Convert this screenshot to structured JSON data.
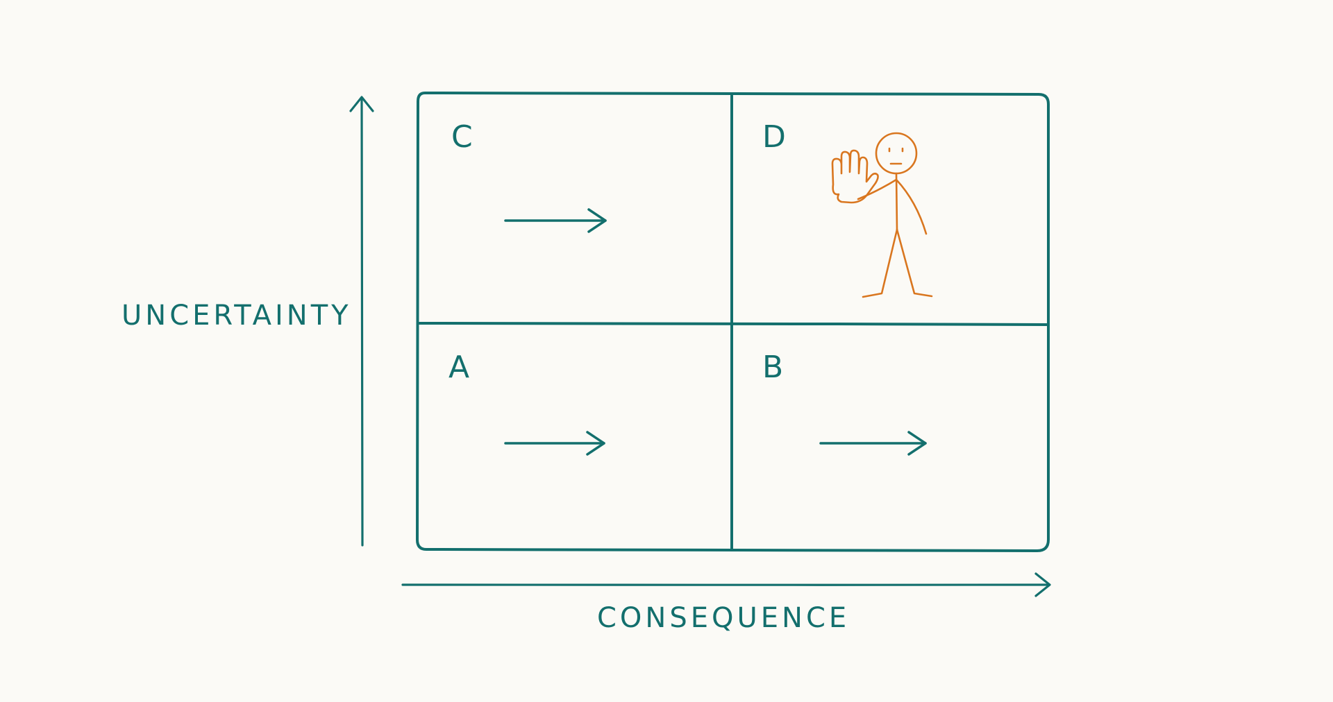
{
  "colors": {
    "background": "#fbfaf6",
    "teal": "#136f6d",
    "orange": "#d9761f"
  },
  "axes": {
    "y_label": "UNCERTAINTY",
    "x_label": "CONSEQUENCE"
  },
  "quadrants": [
    {
      "id": "C",
      "label": "C",
      "has_arrow": true
    },
    {
      "id": "D",
      "label": "D",
      "has_arrow": false,
      "figure": "stop-figure"
    },
    {
      "id": "A",
      "label": "A",
      "has_arrow": true
    },
    {
      "id": "B",
      "label": "B",
      "has_arrow": true
    }
  ]
}
